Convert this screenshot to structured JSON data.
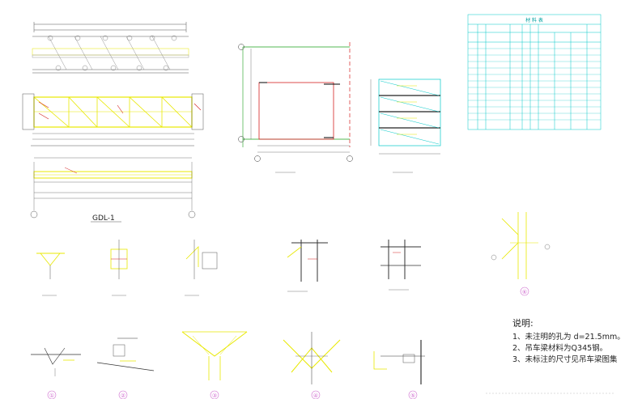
{
  "main_view": {
    "title": "GDL-1"
  },
  "schedule": {
    "title": "材 料 表"
  },
  "details": [
    {
      "id": "1",
      "label": "①"
    },
    {
      "id": "2",
      "label": "②"
    },
    {
      "id": "3",
      "label": "③"
    },
    {
      "id": "4",
      "label": "④"
    },
    {
      "id": "5",
      "label": "⑤"
    },
    {
      "id": "6",
      "label": "⑥"
    }
  ],
  "notes": {
    "title": "说明:",
    "items": [
      "1、未注明的孔为 d=21.5mm。",
      "2、吊车梁材料为Q345钢。",
      "3、未标注的尺寸见吊车梁图集"
    ]
  },
  "colors": {
    "steel_member": "#e8e800",
    "frame_line": "#d42020",
    "axis_line": "#1aa01a",
    "table_line": "#00c8c8",
    "dimension_line": "#555555",
    "detail_marker": "#d070d0"
  }
}
